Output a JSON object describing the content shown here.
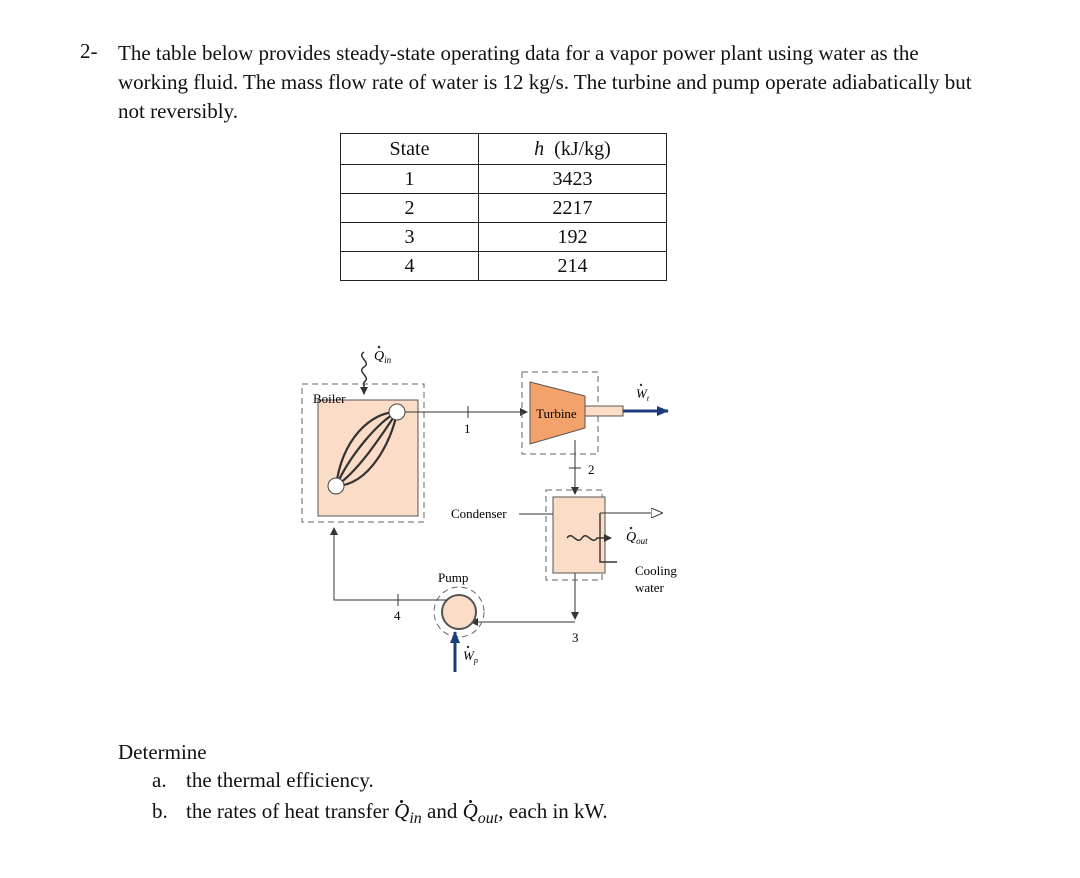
{
  "problem": {
    "number": "2-",
    "text": "The table below provides steady-state operating data for a vapor power plant using water as the working fluid. The mass flow rate of water is 12 kg/s. The turbine and pump operate adiabatically but not reversibly."
  },
  "table": {
    "headers": [
      "State",
      "h (kJ/kg)"
    ],
    "rows": [
      [
        "1",
        "3423"
      ],
      [
        "2",
        "2217"
      ],
      [
        "3",
        "192"
      ],
      [
        "4",
        "214"
      ]
    ]
  },
  "diagram": {
    "boiler_label": "Boiler",
    "turbine_label": "Turbine",
    "condenser_label": "Condenser",
    "pump_label": "Pump",
    "cooling_label_line1": "Cooling",
    "cooling_label_line2": "water",
    "qin_symbol": "Q",
    "qin_sub": "in",
    "qout_symbol": "Q",
    "qout_sub": "out",
    "wt_symbol": "W",
    "wt_sub": "t",
    "wp_symbol": "W",
    "wp_sub": "p",
    "state_1": "1",
    "state_2": "2",
    "state_3": "3",
    "state_4": "4",
    "colors": {
      "component_fill": "#fbdcc6",
      "turbine_fill": "#f3a26b",
      "flow_line": "#333333",
      "work_arrow": "#1c3d7a"
    }
  },
  "questions": {
    "intro": "Determine",
    "a_letter": "a.",
    "a_text": "the thermal efficiency.",
    "b_letter": "b.",
    "b_pre": "the rates of heat transfer",
    "b_sym1": "Q",
    "b_sub1": "in",
    "b_mid": " and ",
    "b_sym2": "Q",
    "b_sub2": "out",
    "b_post": ", each in kW."
  }
}
